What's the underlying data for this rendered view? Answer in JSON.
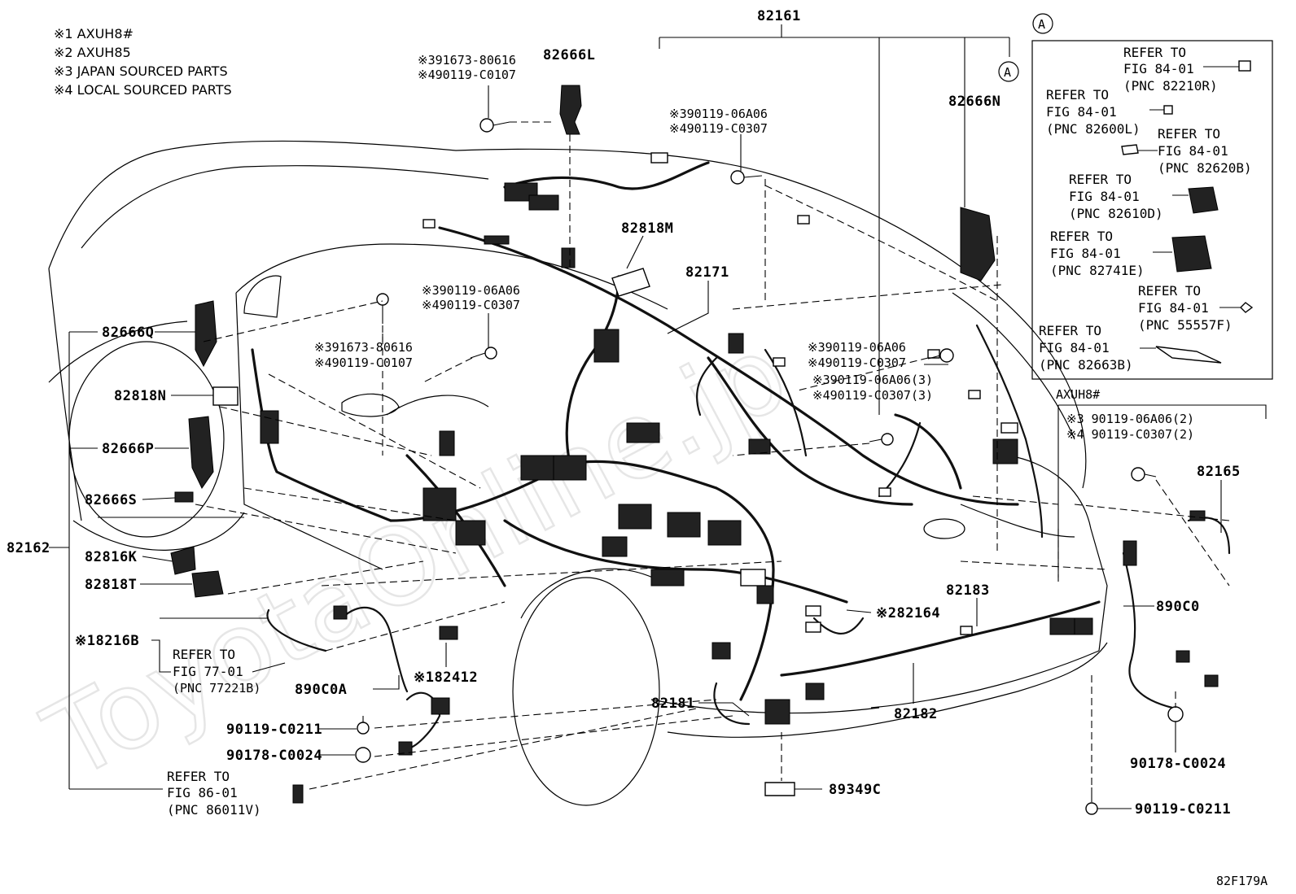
{
  "legend": [
    "※1 AXUH8#",
    "※2 AXUH85",
    "※3 JAPAN SOURCED PARTS",
    "※4 LOCAL SOURCED PARTS"
  ],
  "watermark": "ToyotaOnline.jp",
  "figure_code": "82F179A",
  "callout_marker": "A",
  "callouts": {
    "p82161": "82161",
    "p82666L": "82666L",
    "p82666N": "82666N",
    "p82818M": "82818M",
    "p82171": "82171",
    "p82666Q": "82666Q",
    "p82818N": "82818N",
    "p82666P": "82666P",
    "p82666S": "82666S",
    "p82162": "82162",
    "p82816K": "82816K",
    "p82818T": "82818T",
    "p8216B": "※18216B",
    "p890C0A": "890C0A",
    "p90119C0211_left": "90119-C0211",
    "p90178C0024_left": "90178-C0024",
    "p82412": "※182412",
    "p82181": "82181",
    "p82182": "82182",
    "p82183": "82183",
    "p82164": "※282164",
    "p89349C": "89349C",
    "p890C0": "890C0",
    "p82165": "82165",
    "p90178C0024_right": "90178-C0024",
    "p90119C0211_right": "90119-C0211"
  },
  "bolt_notes": {
    "top_a": [
      "※391673-80616",
      "※490119-C0107"
    ],
    "top_b": [
      "※390119-06A06",
      "※490119-C0307"
    ],
    "mid_a": [
      "※390119-06A06",
      "※490119-C0307"
    ],
    "mid_b": [
      "※391673-80616",
      "※490119-C0107"
    ],
    "right_a": [
      "※390119-06A06",
      "※490119-C0307",
      "※390119-06A06(3)",
      "※490119-C0307(3)"
    ],
    "axuh_title": "AXUH8#",
    "axuh": [
      "※3 90119-06A06(2)",
      "※4 90119-C0307(2)"
    ]
  },
  "refers_left": {
    "fig77": [
      "REFER TO",
      "FIG 77-01",
      "(PNC 77221B)"
    ],
    "fig86": [
      "REFER TO",
      "FIG 86-01",
      "(PNC 86011V)"
    ]
  },
  "inset_refers": [
    [
      "REFER TO",
      "FIG 84-01",
      "(PNC 82210R)"
    ],
    [
      "REFER TO",
      "FIG 84-01",
      "(PNC 82600L)"
    ],
    [
      "REFER TO",
      "FIG 84-01",
      "(PNC 82620B)"
    ],
    [
      "REFER TO",
      "FIG 84-01",
      "(PNC 82610D)"
    ],
    [
      "REFER TO",
      "FIG 84-01",
      "(PNC 82741E)"
    ],
    [
      "REFER TO",
      "FIG 84-01",
      "(PNC 55557F)"
    ],
    [
      "REFER TO",
      "FIG 84-01",
      "(PNC 82663B)"
    ]
  ]
}
